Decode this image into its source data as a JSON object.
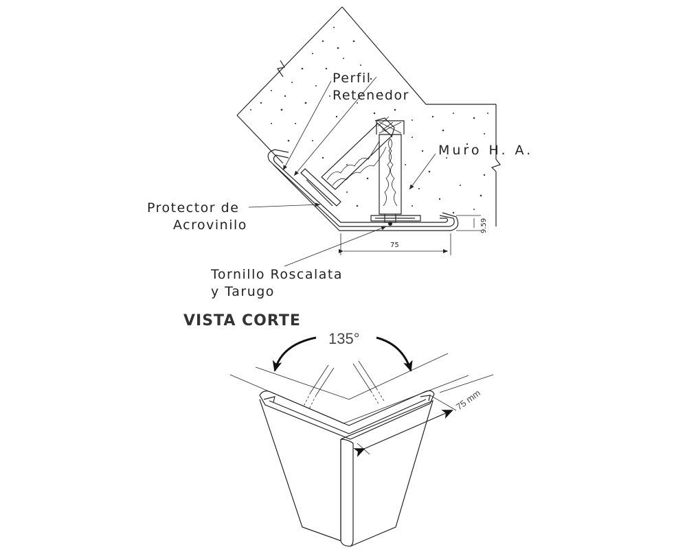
{
  "labels": {
    "perfil_line1": "Perfil",
    "perfil_line2": "Retenedor",
    "muro": "Muro H. A.",
    "protector_line1": "Protector de",
    "protector_line2": "Acrovinilo",
    "tornillo_line1": "Tornillo Roscalata",
    "tornillo_line2": "y Tarugo"
  },
  "dimensions": {
    "width_75": "75",
    "height_959": "9.59"
  },
  "title": "VISTA CORTE",
  "view3d": {
    "angle": "135°",
    "width": "75 mm"
  }
}
